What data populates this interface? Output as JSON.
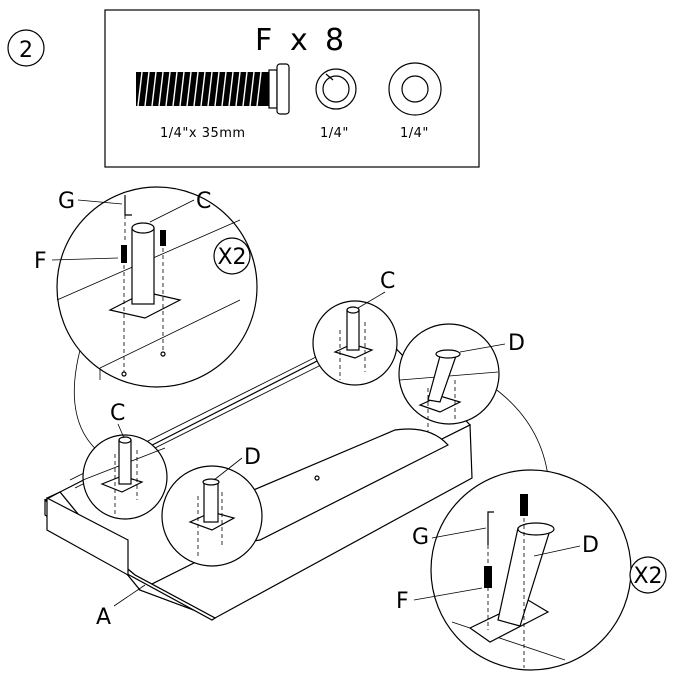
{
  "step": {
    "number": "2"
  },
  "parts_box": {
    "title_letter": "F",
    "title_times": "x",
    "title_count": "8",
    "bolt_label": "1/4\"x  35mm",
    "lock_washer_label": "1/4\"",
    "flat_washer_label": "1/4\""
  },
  "labels": {
    "g_top": "G",
    "c_top": "C",
    "f_top": "F",
    "x2_top": "X2",
    "c_right": "C",
    "d_right": "D",
    "c_left": "C",
    "d_mid": "D",
    "a": "A",
    "g_bottom": "G",
    "d_bottom": "D",
    "f_bottom": "F",
    "x2_bottom": "X2"
  }
}
